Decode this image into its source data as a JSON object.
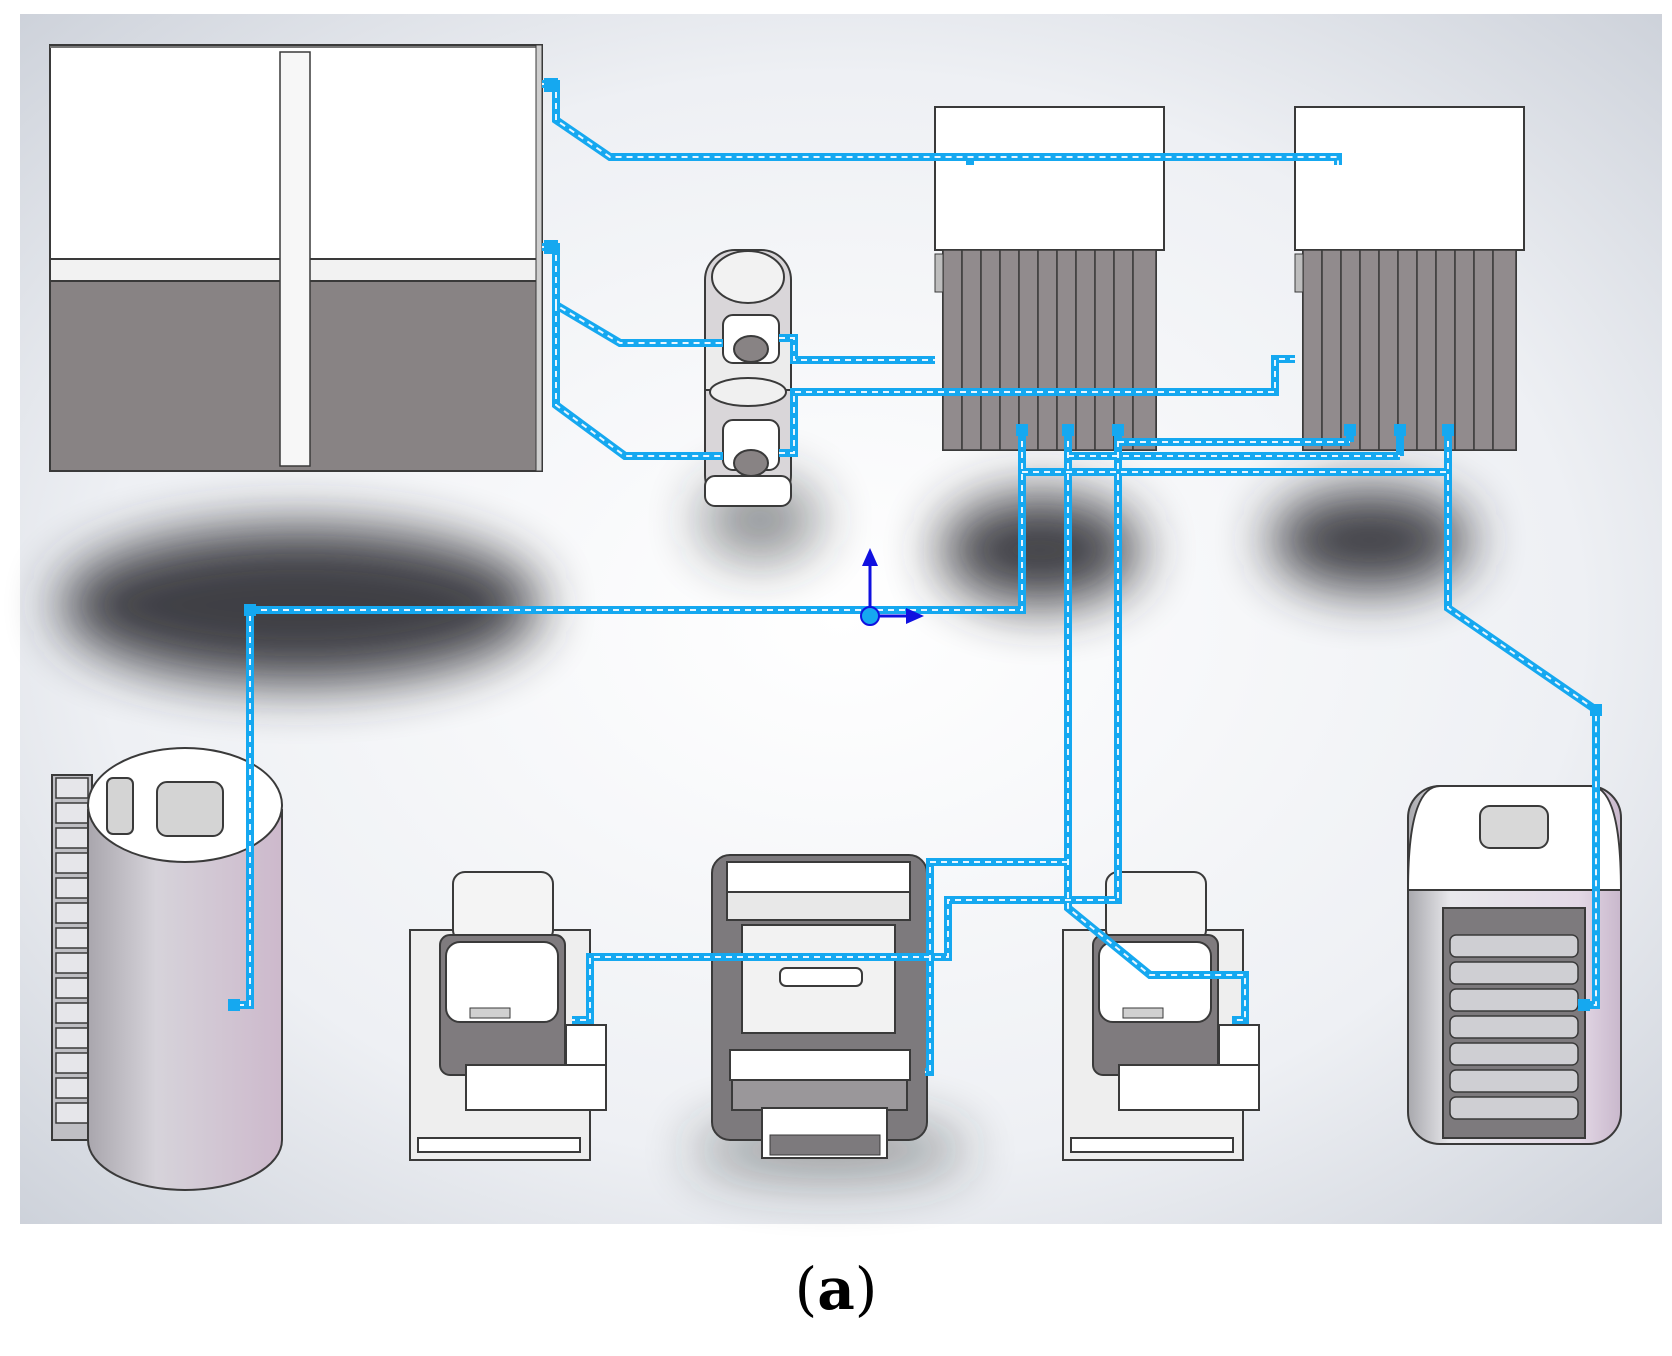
{
  "figure": {
    "caption_open": "(",
    "caption_letter": "a",
    "caption_close": ")"
  },
  "colors": {
    "pipe": "#15a8f0",
    "pipe_dash": "#e8f6ff",
    "panel_light": "#ffffff",
    "panel_dark": "#888384",
    "outline": "#3a3a3a",
    "floor_shadow": "#3b3c40",
    "axis": "#1010e0"
  },
  "components": [
    {
      "id": "wall-cabinet",
      "label": ""
    },
    {
      "id": "valve-stack",
      "label": ""
    },
    {
      "id": "radiator-unit-left",
      "label": ""
    },
    {
      "id": "radiator-unit-right",
      "label": ""
    },
    {
      "id": "cylindrical-tank",
      "label": ""
    },
    {
      "id": "machine-left",
      "label": ""
    },
    {
      "id": "machine-center",
      "label": ""
    },
    {
      "id": "machine-right",
      "label": ""
    },
    {
      "id": "rack-cabinet",
      "label": ""
    }
  ],
  "icons": [
    "coordinate-axes-icon"
  ]
}
